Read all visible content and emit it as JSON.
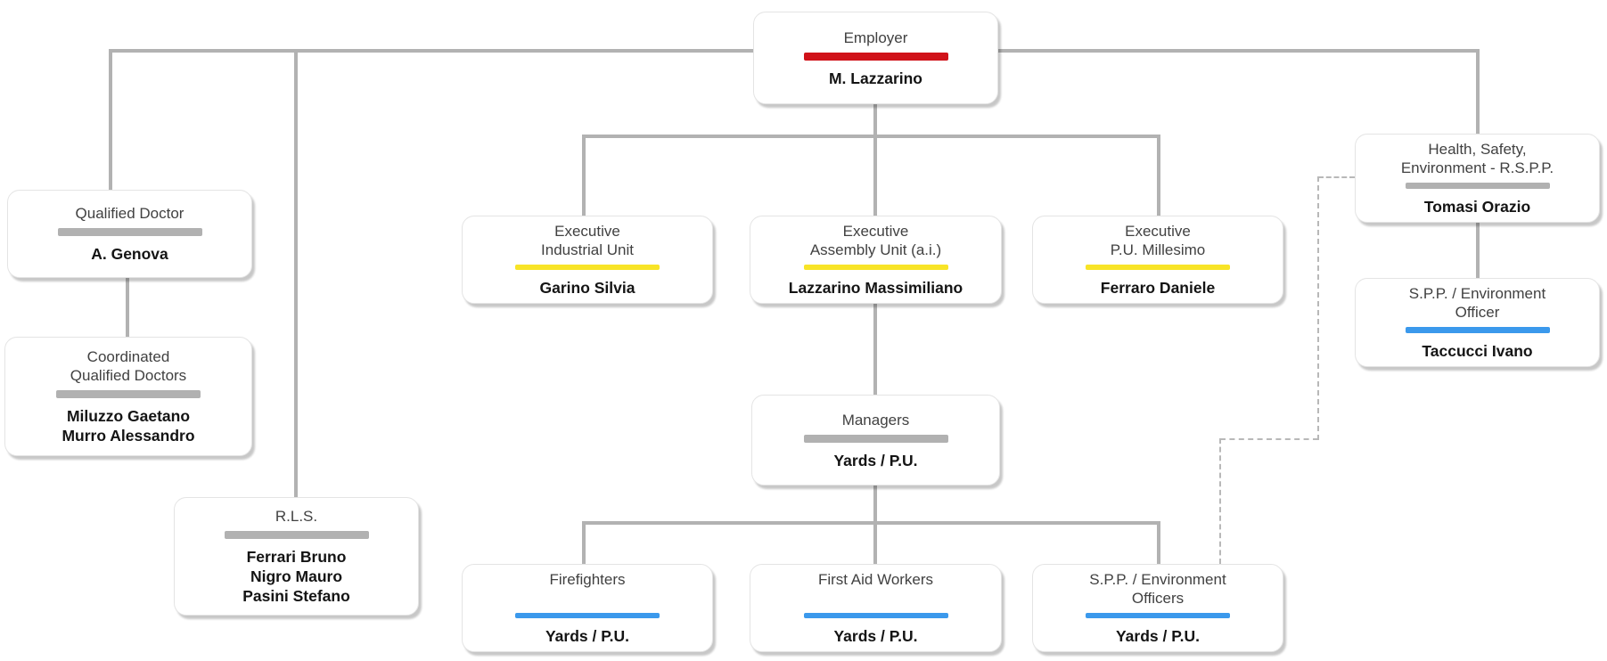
{
  "diagram": {
    "type": "org-chart",
    "colors": {
      "connector_solid": "#b2b2b2",
      "connector_dashed": "#b8b8b8",
      "bar_red": "#d01219",
      "bar_yellow": "#f8e427",
      "bar_blue": "#3b99ec",
      "bar_gray": "#b1b1b1"
    },
    "nodes": {
      "employer": {
        "title": "Employer",
        "name": "M. Lazzarino",
        "bar_color": "#d01219"
      },
      "qualified_doctor": {
        "title": "Qualified Doctor",
        "name": "A. Genova",
        "bar_color": "#b1b1b1"
      },
      "coordinated_doctors": {
        "title": "Coordinated\nQualified Doctors",
        "name": "Miluzzo Gaetano\nMurro Alessandro",
        "bar_color": "#b1b1b1"
      },
      "rls": {
        "title": "R.L.S.",
        "name": "Ferrari Bruno\nNigro Mauro\nPasini Stefano",
        "bar_color": "#b1b1b1"
      },
      "exec_industrial": {
        "title": "Executive\nIndustrial Unit",
        "name": "Garino Silvia",
        "bar_color": "#f8e427"
      },
      "exec_assembly": {
        "title": "Executive\nAssembly Unit (a.i.)",
        "name": "Lazzarino Massimiliano",
        "bar_color": "#f8e427"
      },
      "exec_millesimo": {
        "title": "Executive\nP.U. Millesimo",
        "name": "Ferraro Daniele",
        "bar_color": "#f8e427"
      },
      "hse_rspp": {
        "title": "Health, Safety,\nEnvironment - R.S.P.P.",
        "name": "Tomasi Orazio",
        "bar_color": "#b1b1b1"
      },
      "spp_officer": {
        "title": "S.P.P. / Environment\nOfficer",
        "name": "Taccucci Ivano",
        "bar_color": "#3b99ec"
      },
      "managers": {
        "title": "Managers",
        "name": "Yards / P.U.",
        "bar_color": "#b1b1b1"
      },
      "firefighters": {
        "title": "Firefighters",
        "name": "Yards / P.U.",
        "bar_color": "#3b99ec"
      },
      "first_aid": {
        "title": "First Aid Workers",
        "name": "Yards / P.U.",
        "bar_color": "#3b99ec"
      },
      "spp_officers": {
        "title": "S.P.P. / Environment\nOfficers",
        "name": "Yards / P.U.",
        "bar_color": "#3b99ec"
      }
    }
  }
}
